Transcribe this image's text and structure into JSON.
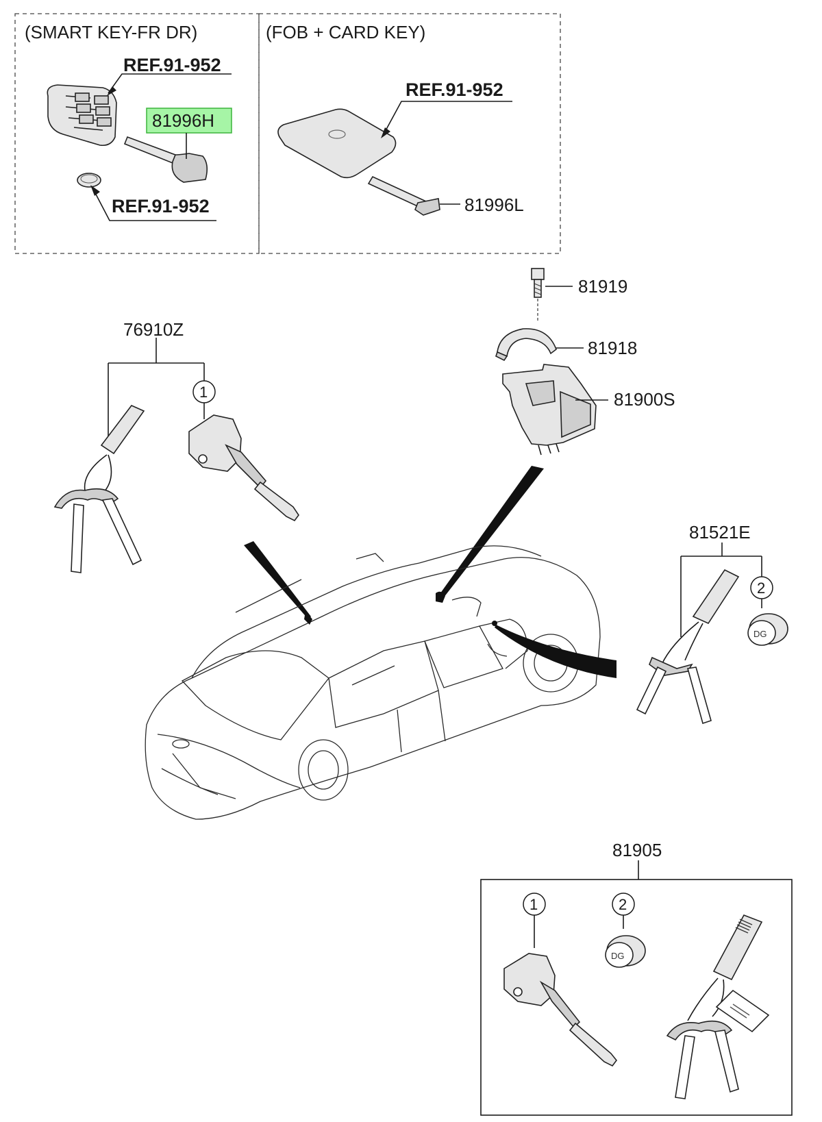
{
  "sections": {
    "smart_key_header": "(SMART KEY-FR DR)",
    "fob_card_header": "(FOB + CARD KEY)"
  },
  "labels": {
    "ref_smart_fob": "REF.91-952",
    "ref_battery": "REF.91-952",
    "ref_card": "REF.91-952",
    "p81996H": "81996H",
    "p81996L": "81996L",
    "p81919": "81919",
    "p81918": "81918",
    "p81900S": "81900S",
    "p76910Z": "76910Z",
    "p81521E": "81521E",
    "p81905": "81905"
  },
  "callouts": {
    "c1a": "1",
    "c2a": "2",
    "c1b": "1",
    "c2b": "2"
  },
  "colors": {
    "highlight_fill": "#a6f5a6",
    "highlight_stroke": "#3cb43c"
  }
}
